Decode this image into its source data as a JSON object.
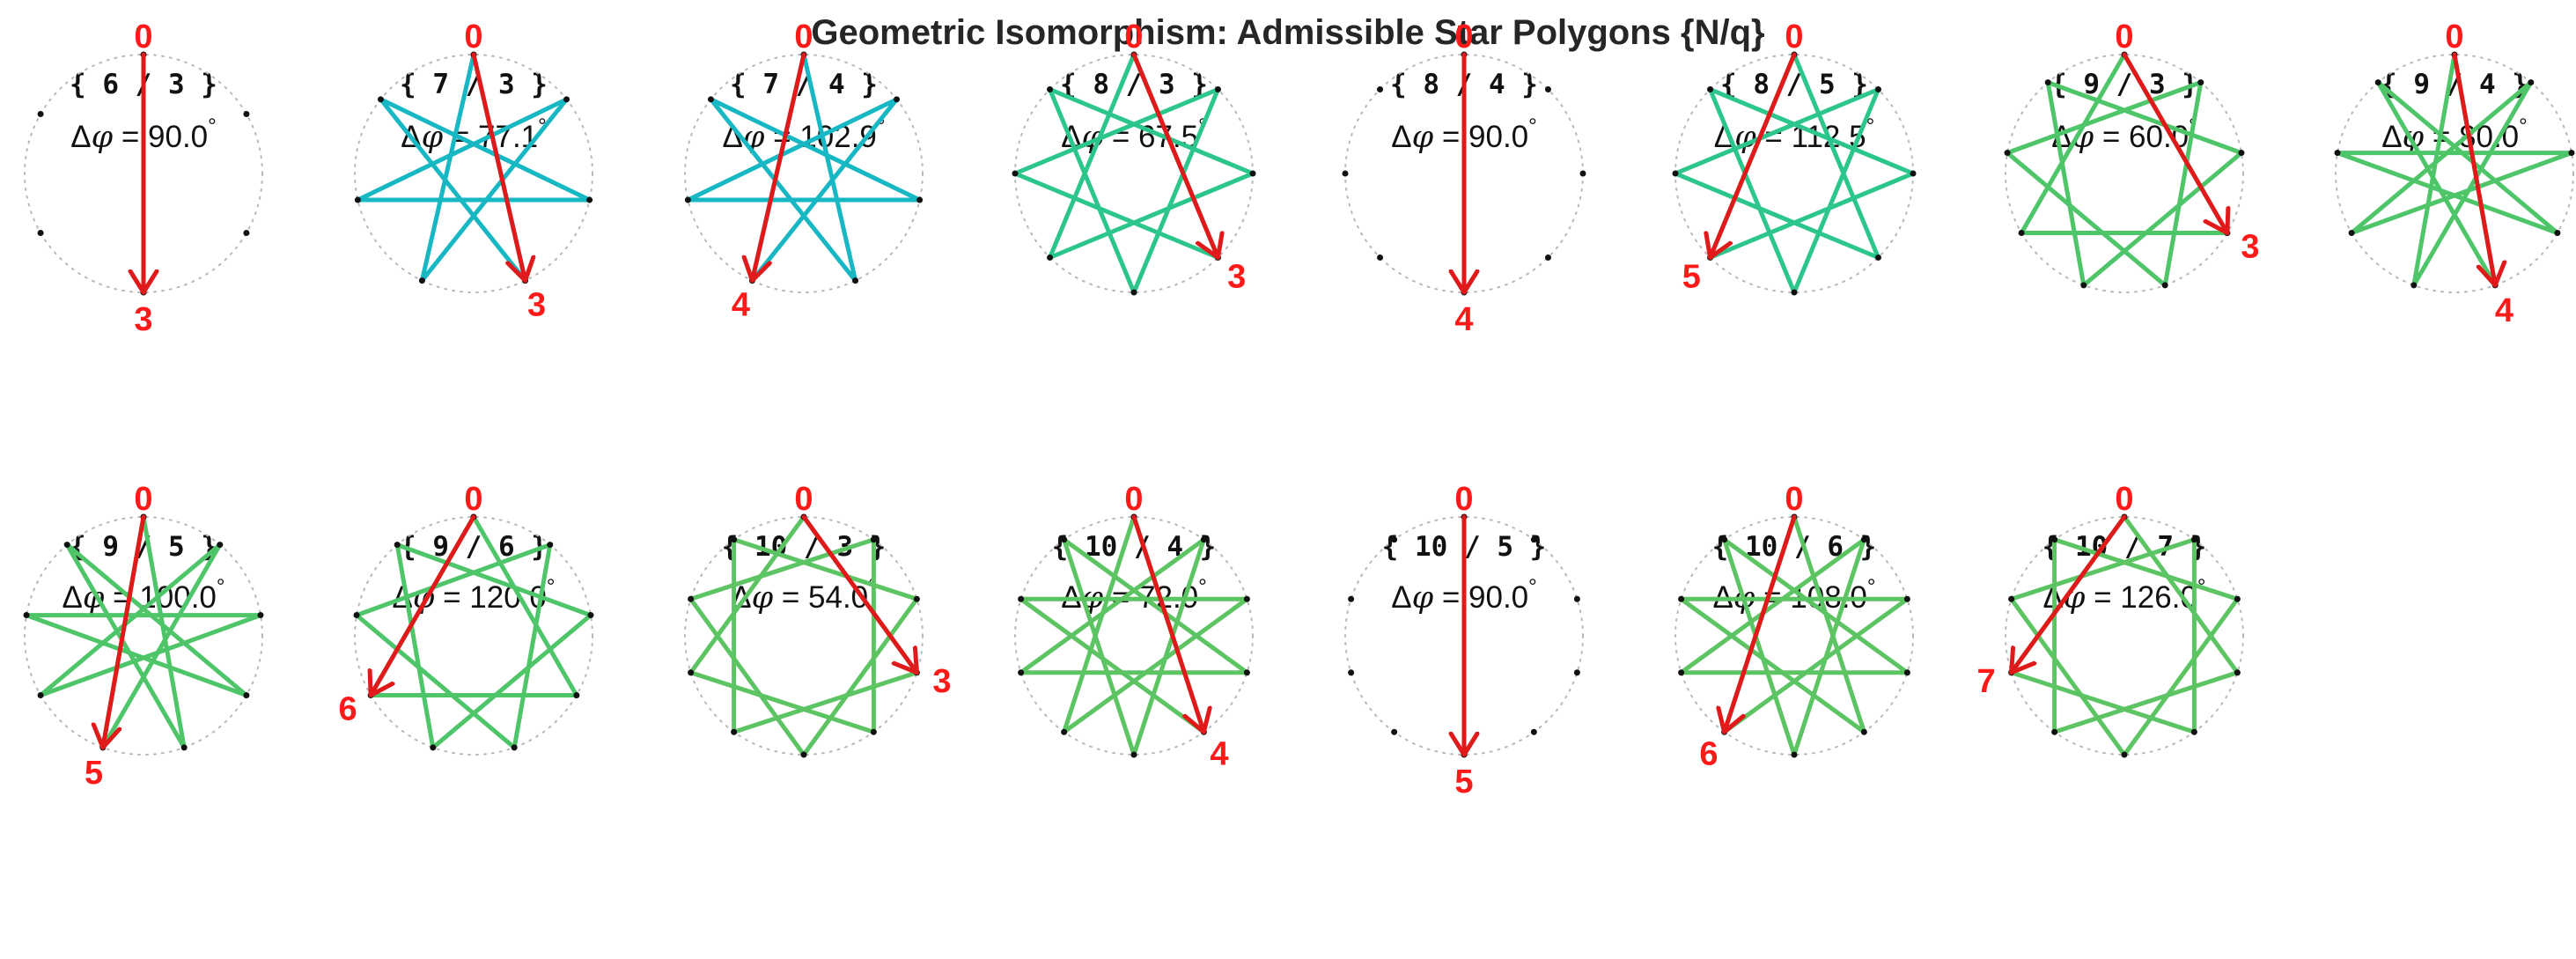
{
  "title": "Geometric Isomorphism: Admissible Star Polygons {N/q}",
  "colors": {
    "title": "#262626",
    "guide_circle": "#b8b8b8",
    "vertex_dot": "#111111",
    "step_arrow": "#e01a1a",
    "vertex_label": "#ff1a1a",
    "colormap": [
      "#1aa9d8",
      "#17b7c3",
      "#1dc2a4",
      "#2cc68c",
      "#4fc56a",
      "#5cc463"
    ]
  },
  "panels": [
    {
      "n": 6,
      "q": 3,
      "title": "{ 6 / 3 }",
      "dphi": "90.0",
      "labels": {
        "start": "0",
        "end": "3"
      }
    },
    {
      "n": 7,
      "q": 3,
      "title": "{ 7 / 3 }",
      "dphi": "77.1",
      "labels": {
        "start": "0",
        "end": "3"
      }
    },
    {
      "n": 7,
      "q": 4,
      "title": "{ 7 / 4 }",
      "dphi": "102.9",
      "labels": {
        "start": "0",
        "end": "4"
      }
    },
    {
      "n": 8,
      "q": 3,
      "title": "{ 8 / 3 }",
      "dphi": "67.5",
      "labels": {
        "start": "0",
        "end": "3"
      }
    },
    {
      "n": 8,
      "q": 4,
      "title": "{ 8 / 4 }",
      "dphi": "90.0",
      "labels": {
        "start": "0",
        "end": "4"
      }
    },
    {
      "n": 8,
      "q": 5,
      "title": "{ 8 / 5 }",
      "dphi": "112.5",
      "labels": {
        "start": "0",
        "end": "5"
      }
    },
    {
      "n": 9,
      "q": 3,
      "title": "{ 9 / 3 }",
      "dphi": "60.0",
      "labels": {
        "start": "0",
        "end": "3"
      }
    },
    {
      "n": 9,
      "q": 4,
      "title": "{ 9 / 4 }",
      "dphi": "80.0",
      "labels": {
        "start": "0",
        "end": "4"
      }
    },
    {
      "n": 9,
      "q": 5,
      "title": "{ 9 / 5 }",
      "dphi": "100.0",
      "labels": {
        "start": "0",
        "end": "5"
      }
    },
    {
      "n": 9,
      "q": 6,
      "title": "{ 9 / 6 }",
      "dphi": "120.0",
      "labels": {
        "start": "0",
        "end": "6"
      }
    },
    {
      "n": 10,
      "q": 3,
      "title": "{ 10 / 3 }",
      "dphi": "54.0",
      "labels": {
        "start": "0",
        "end": "3"
      }
    },
    {
      "n": 10,
      "q": 4,
      "title": "{ 10 / 4 }",
      "dphi": "72.0",
      "labels": {
        "start": "0",
        "end": "4"
      }
    },
    {
      "n": 10,
      "q": 5,
      "title": "{ 10 / 5 }",
      "dphi": "90.0",
      "labels": {
        "start": "0",
        "end": "5"
      }
    },
    {
      "n": 10,
      "q": 6,
      "title": "{ 10 / 6 }",
      "dphi": "108.0",
      "labels": {
        "start": "0",
        "end": "6"
      }
    },
    {
      "n": 10,
      "q": 7,
      "title": "{ 10 / 7 }",
      "dphi": "126.0",
      "labels": {
        "start": "0",
        "end": "7"
      }
    }
  ]
}
